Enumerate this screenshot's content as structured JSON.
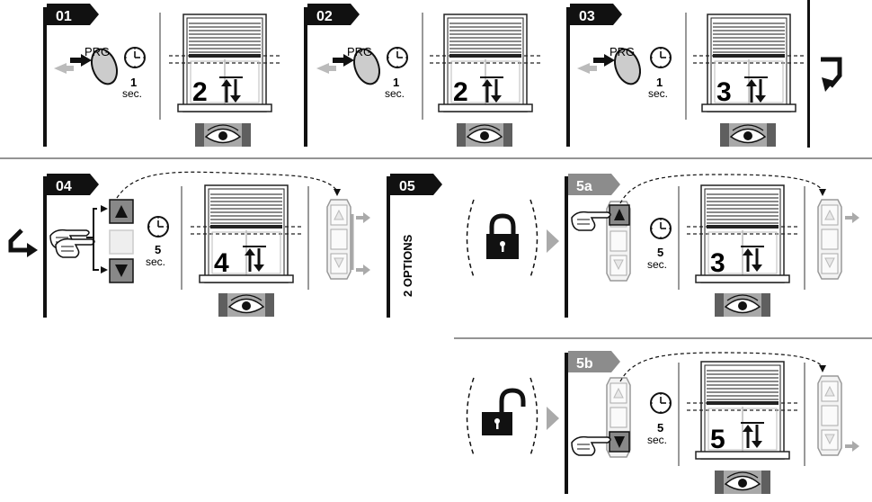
{
  "steps": {
    "s01": {
      "label": "01",
      "button": "PRG",
      "time": "1",
      "unit": "sec.",
      "blind_count": "2"
    },
    "s02": {
      "label": "02",
      "button": "PRG",
      "time": "1",
      "unit": "sec.",
      "blind_count": "2"
    },
    "s03": {
      "label": "03",
      "button": "PRG",
      "time": "1",
      "unit": "sec.",
      "blind_count": "3"
    },
    "s04": {
      "label": "04",
      "time": "5",
      "unit": "sec.",
      "blind_count": "4"
    },
    "s05": {
      "label": "05",
      "options_text": "2 OPTIONS"
    },
    "s5a": {
      "label": "5a",
      "time": "5",
      "unit": "sec.",
      "blind_count": "3"
    },
    "s5b": {
      "label": "5b",
      "time": "5",
      "unit": "sec.",
      "blind_count": "5"
    }
  },
  "icons": {
    "lock": "lock-icon",
    "unlock": "unlock-icon",
    "eye": "eye-icon",
    "clock": "clock-icon",
    "up_down": "up-down-arrows-icon",
    "prg_button": "prg-button-icon",
    "hand": "hand-pointer-icon",
    "remote": "remote-control-icon",
    "continue": "continue-arrow-icon"
  },
  "colors": {
    "ink": "#111111",
    "gray_tab": "#8c8c8c",
    "light_gray": "#d9d9d9",
    "eye_bg": "#a7a7a7",
    "divider": "#555555"
  }
}
